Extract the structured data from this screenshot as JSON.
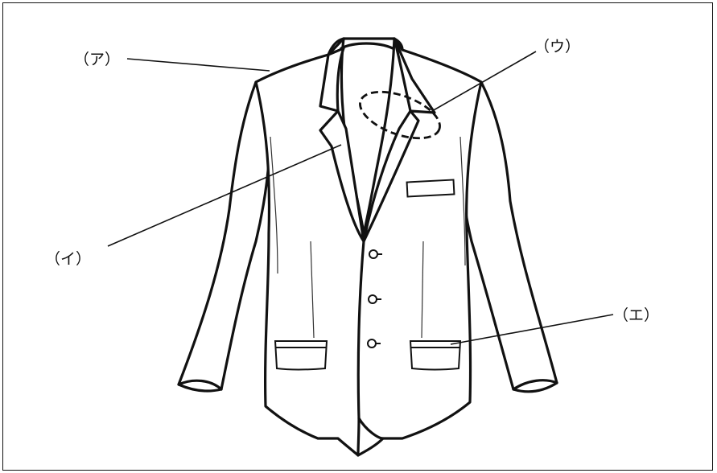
{
  "labels": {
    "a": "（ア）",
    "i": "（イ）",
    "u": "（ウ）",
    "e": "（エ）"
  },
  "colors": {
    "stroke": "#111111",
    "background": "#ffffff"
  },
  "icons": {
    "subject": "jacket-icon"
  }
}
